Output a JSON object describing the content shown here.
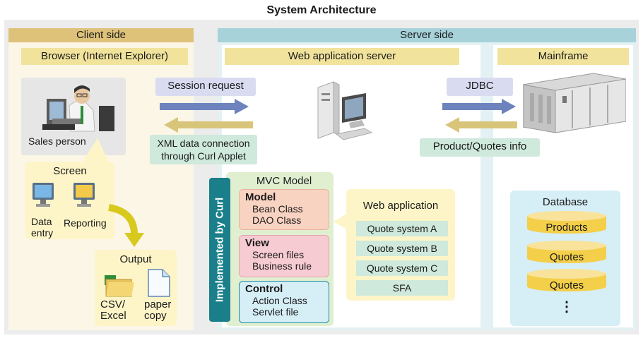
{
  "title": "System Architecture",
  "client": {
    "header": "Client side",
    "browser": "Browser (Internet Explorer)",
    "user_label": "Sales person",
    "screen": {
      "label": "Screen",
      "items": [
        "Data entry",
        "Reporting"
      ]
    },
    "output": {
      "label": "Output",
      "items": [
        "CSV/ Excel",
        "paper copy"
      ]
    }
  },
  "server": {
    "header": "Server side",
    "web_server": "Web application server",
    "mainframe": "Mainframe",
    "session_request": "Session request",
    "xml_connection": "XML data connection through Curl Applet",
    "jdbc": "JDBC",
    "product_quotes": "Product/Quotes info",
    "implemented_by": "Implemented by Curl",
    "mvc": {
      "title": "MVC Model",
      "model": {
        "title": "Model",
        "lines": [
          "Bean Class",
          "DAO Class"
        ]
      },
      "view": {
        "title": "View",
        "lines": [
          "Screen files",
          "Business rule"
        ]
      },
      "control": {
        "title": "Control",
        "lines": [
          "Action Class",
          "Servlet file"
        ]
      }
    },
    "web_application": {
      "title": "Web application",
      "items": [
        "Quote system A",
        "Quote system B",
        "Quote system C",
        "SFA"
      ]
    },
    "database": {
      "title": "Database",
      "items": [
        "Products",
        "Quotes",
        "Quotes"
      ],
      "more": "⋮"
    }
  },
  "colors": {
    "client_header": "#dfc27a",
    "server_header": "#a7d2da",
    "subheader": "#f1e39c",
    "request_arrow": "#6d83bd",
    "response_arrow": "#d8c57a",
    "implemented_band": "#1a7f8a"
  }
}
